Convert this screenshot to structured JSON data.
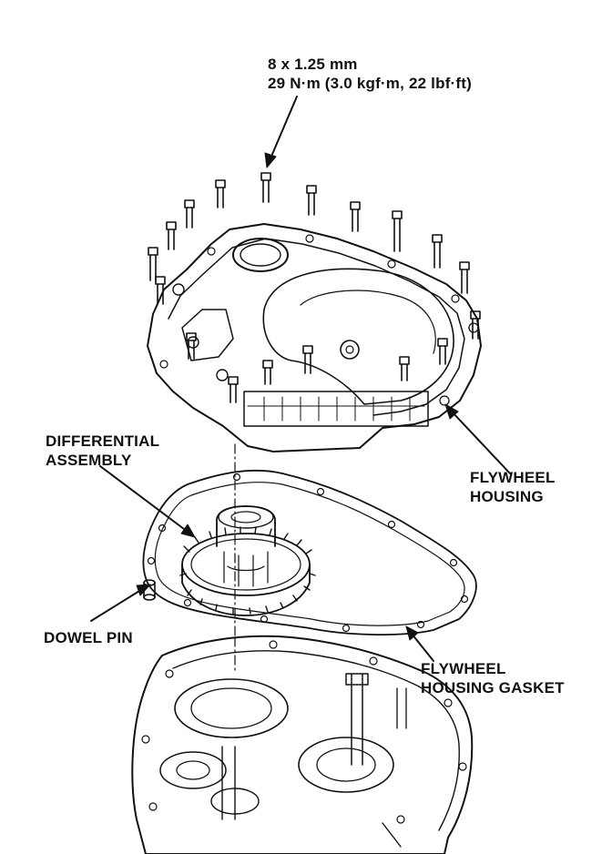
{
  "torque_spec": {
    "line1": "8 x 1.25 mm",
    "line2": "29 N·m (3.0 kgf·m, 22 lbf·ft)"
  },
  "labels": {
    "flywheel_housing": {
      "line1": "FLYWHEEL",
      "line2": "HOUSING"
    },
    "differential_assembly": {
      "line1": "DIFFERENTIAL",
      "line2": "ASSEMBLY"
    },
    "dowel_pin": "DOWEL PIN",
    "flywheel_housing_gasket": {
      "line1": "FLYWHEEL",
      "line2": "HOUSING GASKET"
    }
  },
  "colors": {
    "ink": "#111111",
    "paper": "#ffffff"
  }
}
